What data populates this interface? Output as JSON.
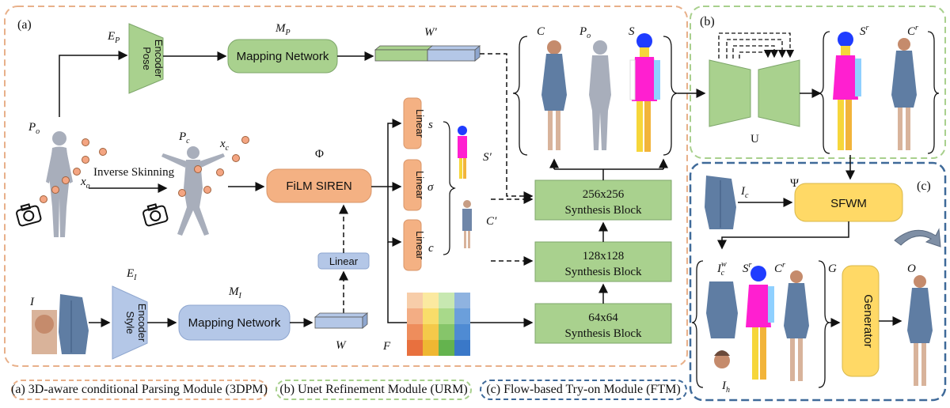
{
  "colors": {
    "orange_dash": "#e8b08a",
    "green_dash": "#a8d08d",
    "blue_dash": "#3f6a99",
    "green_box": "#a9d18e",
    "green_box_stroke": "#7da66a",
    "blue_box": "#b4c7e7",
    "blue_box_stroke": "#8ea6cf",
    "orange_box": "#f4b183",
    "orange_box_stroke": "#d9966a",
    "yellow_box": "#ffd966",
    "yellow_box_stroke": "#d9b84a",
    "point": "#f4a582"
  },
  "panels": {
    "a": "(a)",
    "b": "(b)",
    "c": "(c)"
  },
  "modules": {
    "pose_encoder": {
      "line1": "Pose",
      "line2": "Encoder",
      "symbol": "E",
      "sub": "P"
    },
    "mapping_p": {
      "label": "Mapping Network",
      "symbol": "M",
      "sub": "P"
    },
    "w_prime": "W′",
    "style_encoder": {
      "line1": "Style",
      "line2": "Encoder",
      "symbol": "E",
      "sub": "I"
    },
    "mapping_i": {
      "label": "Mapping Network",
      "symbol": "M",
      "sub": "I"
    },
    "w": "W",
    "film": {
      "label": "FiLM SIREN",
      "symbol": "Φ"
    },
    "linear_mid": "Linear",
    "linears": [
      "Linear",
      "Linear",
      "Linear"
    ],
    "linear_outputs": [
      "s",
      "σ",
      "c"
    ],
    "s_prime": "S′",
    "c_prime": "C′",
    "f": "F",
    "synth": [
      {
        "res": "256x256",
        "label": "Synthesis Block"
      },
      {
        "res": "128x128",
        "label": "Synthesis Block"
      },
      {
        "res": "64x64",
        "label": "Synthesis Block"
      }
    ],
    "inverse_skinning": "Inverse Skinning",
    "p_o": {
      "symbol": "P",
      "sub": "o"
    },
    "p_c": {
      "symbol": "P",
      "sub": "c"
    },
    "x_o": {
      "symbol": "x",
      "sub": "o"
    },
    "x_c": {
      "symbol": "x",
      "sub": "c"
    },
    "i_input": "I",
    "outputs_top": {
      "c": "C",
      "po": {
        "symbol": "P",
        "sub": "o"
      },
      "s": "S"
    },
    "unet": {
      "label": "U"
    },
    "refined": {
      "s": {
        "symbol": "S",
        "sup": "r"
      },
      "c": {
        "symbol": "C",
        "sup": "r"
      }
    },
    "sfwm": {
      "label": "SFWM",
      "symbol": "Ψ"
    },
    "ic": {
      "symbol": "I",
      "sub": "c"
    },
    "icw": {
      "symbol": "I",
      "sub": "c",
      "sup": "w"
    },
    "ih": {
      "symbol": "I",
      "sub": "h"
    },
    "generator": {
      "label": "Generator",
      "symbol": "G"
    },
    "output": "O"
  },
  "captions": {
    "a": "(a) 3D-aware conditional Parsing Module (3DPM)",
    "b": "(b) Unet Refinement Module (URM)",
    "c": "(c) Flow-based Try-on Module (FTM)"
  }
}
